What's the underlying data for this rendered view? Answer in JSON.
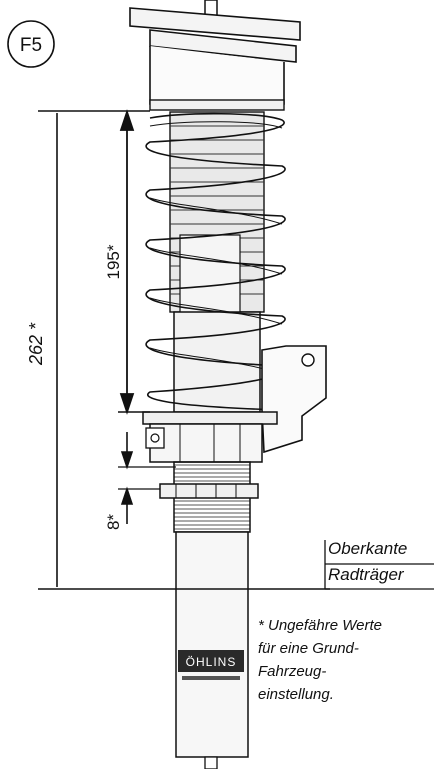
{
  "figure_id": "F5",
  "dimensions": {
    "total": "262 *",
    "spring": "195*",
    "adjust": "8*"
  },
  "reference": {
    "line1": "Oberkante",
    "line2": "Radträger"
  },
  "brand": "ÖHLINS",
  "note_lines": [
    "* Ungefähre Werte",
    "für eine Grund-",
    "Fahrzeug-",
    "einstellung."
  ],
  "colors": {
    "line": "#1a1a1a",
    "spring_fill": "#f3f3f3",
    "body_fill": "#eeeeee",
    "label_bg": "#2a2a2a"
  }
}
